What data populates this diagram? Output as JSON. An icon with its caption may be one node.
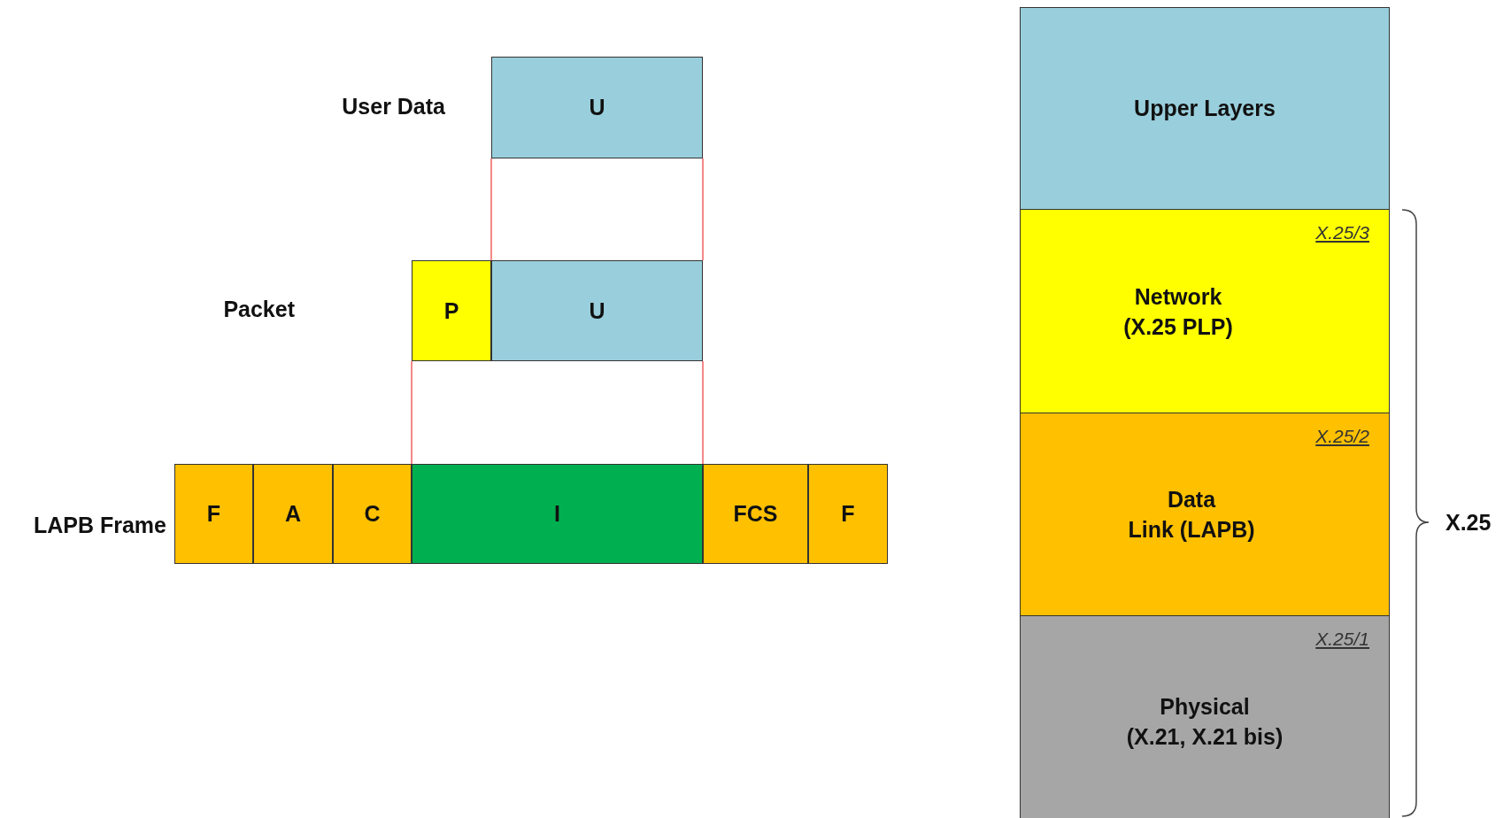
{
  "diagram": {
    "nodes": [
      {
        "text": [
          "U"
        ]
      },
      {
        "text": [
          "P"
        ]
      },
      {
        "text": [
          "U"
        ]
      },
      {
        "text": [
          "F"
        ]
      },
      {
        "text": [
          "A"
        ]
      },
      {
        "text": [
          "C"
        ]
      },
      {
        "text": [
          "I"
        ]
      },
      {
        "text": [
          "FCS"
        ]
      },
      {
        "text": [
          "F"
        ]
      },
      {
        "text": [
          "Upper Layers"
        ]
      },
      {
        "text": [
          "X.25/3",
          "Network (X.25 PLP)"
        ]
      },
      {
        "text": [
          "X.25/2",
          "Data Link (LAPB)"
        ]
      },
      {
        "text": [
          "X.25/1",
          "Physical (X.21, X.21 bis)"
        ]
      }
    ],
    "edges": [
      {
        "from": 0,
        "to": 2,
        "arrow": "none"
      },
      {
        "from": 0,
        "to": 2,
        "arrow": "none"
      },
      {
        "from": 1,
        "to": 6,
        "arrow": "none"
      },
      {
        "from": 2,
        "to": 6,
        "arrow": "none"
      }
    ],
    "labels": [
      "User Data",
      "Packet",
      "LAPB Frame",
      "X.25"
    ]
  }
}
